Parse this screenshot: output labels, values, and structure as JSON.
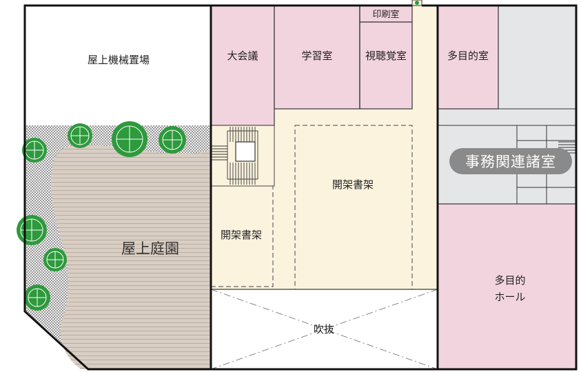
{
  "colors": {
    "meeting": "#f2d4df",
    "library": "#fbf3de",
    "office": "#e4e6e8",
    "garden_deck": "#d9cec4",
    "tree": "#2d9a3c",
    "pill": "#8a8a8a"
  },
  "rooms": {
    "rooftop_machinery": "屋上機械置場",
    "large_conference": "大会議",
    "study_room": "学習室",
    "printing_room": "印刷室",
    "av_room": "視聴覚室",
    "multipurpose_room": "多目的室",
    "office_rooms": "事務関連諸室",
    "open_stacks_center": "開架書架",
    "open_stacks_left": "開架書架",
    "rooftop_garden": "屋上庭園",
    "atrium": "吹抜",
    "multipurpose_hall_line1": "多目的",
    "multipurpose_hall_line2": "ホール"
  }
}
